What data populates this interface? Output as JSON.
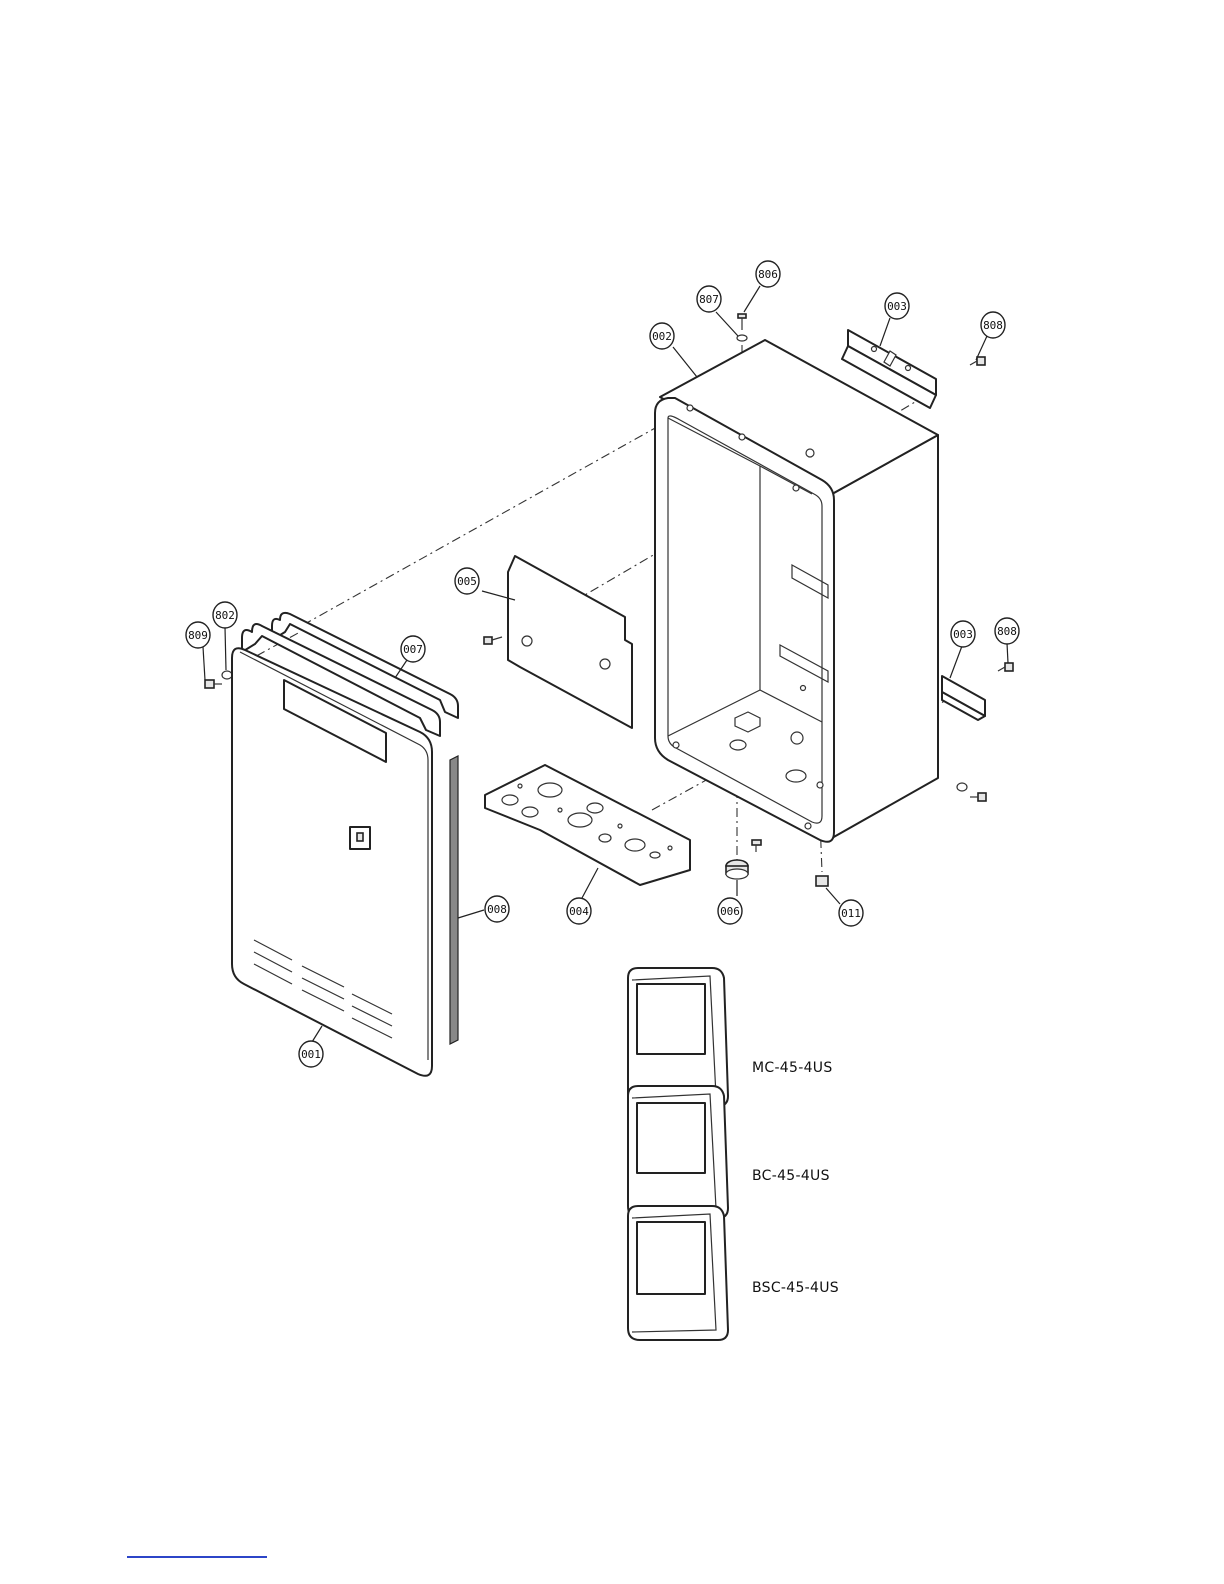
{
  "diagram": {
    "callouts": [
      {
        "id": "c806",
        "label": "806"
      },
      {
        "id": "c807",
        "label": "807"
      },
      {
        "id": "c002",
        "label": "002"
      },
      {
        "id": "c003a",
        "label": "003"
      },
      {
        "id": "c808a",
        "label": "808"
      },
      {
        "id": "c005",
        "label": "005"
      },
      {
        "id": "c809",
        "label": "809"
      },
      {
        "id": "c802",
        "label": "802"
      },
      {
        "id": "c007",
        "label": "007"
      },
      {
        "id": "c003b",
        "label": "003"
      },
      {
        "id": "c808b",
        "label": "808"
      },
      {
        "id": "c008",
        "label": "008"
      },
      {
        "id": "c004",
        "label": "004"
      },
      {
        "id": "c006",
        "label": "006"
      },
      {
        "id": "c011",
        "label": "011"
      },
      {
        "id": "c001",
        "label": "001"
      }
    ],
    "remote_controllers": [
      {
        "model": "MC-45-4US"
      },
      {
        "model": "BC-45-4US"
      },
      {
        "model": "BSC-45-4US"
      }
    ]
  }
}
